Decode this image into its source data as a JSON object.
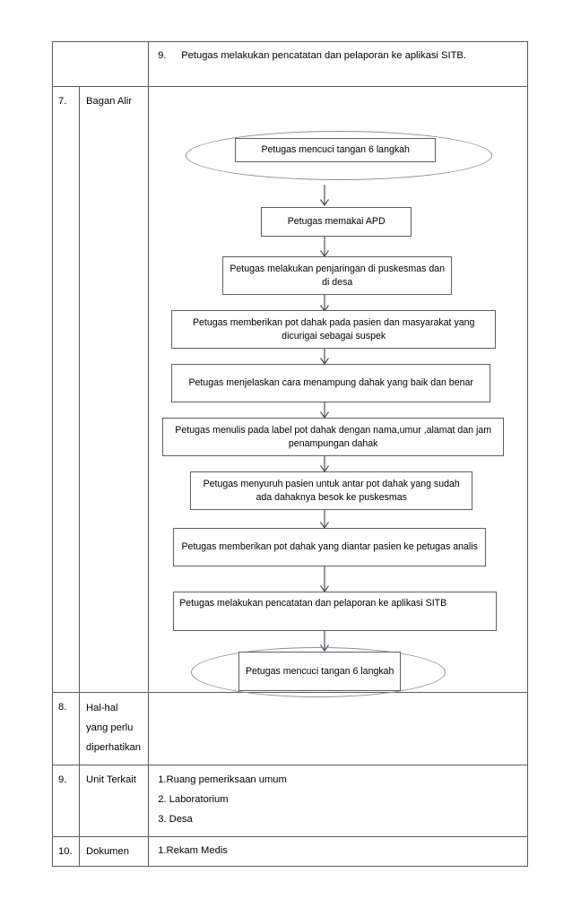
{
  "document": {
    "title": "SOP Penjaringan Suspek TB - Bagan Alir",
    "type": "sop-table"
  },
  "table": {
    "rows": [
      {
        "id": "row-langkah-9",
        "number": "",
        "name": "",
        "body_number": "9.",
        "body_text": "Petugas melakukan pencatatan dan pelaporan ke aplikasi SITB."
      },
      {
        "id": "row-bagan-alir",
        "number": "7.",
        "name": "Bagan Alir",
        "body_text": ""
      },
      {
        "id": "row-hal-hal",
        "number": "8.",
        "name_lines": [
          "Hal-hal",
          "yang perlu",
          "diperhatikan"
        ],
        "body_text": ""
      },
      {
        "id": "row-unit-terkait",
        "number": "9.",
        "name": "Unit Terkait",
        "body_lines": [
          "1.Ruang pemeriksaan umum",
          "2. Laboratorium",
          "3. Desa"
        ]
      },
      {
        "id": "row-dokumen",
        "number": "10.",
        "name": "Dokumen",
        "body_lines": [
          "1.Rekam Medis"
        ]
      }
    ]
  },
  "flowchart": {
    "type": "flowchart",
    "orientation": "top-to-bottom",
    "nodes": [
      {
        "id": "n1",
        "shape": "terminator",
        "text": "Petugas mencuci tangan 6 langkah"
      },
      {
        "id": "n2",
        "shape": "process",
        "text": "Petugas memakai APD"
      },
      {
        "id": "n3",
        "shape": "process",
        "text": "Petugas melakukan penjaringan di puskesmas dan di desa"
      },
      {
        "id": "n4",
        "shape": "process",
        "text": "Petugas memberikan pot dahak pada pasien dan masyarakat yang dicurigai sebagai suspek"
      },
      {
        "id": "n5",
        "shape": "process",
        "text": "Petugas menjelaskan cara menampung dahak yang baik dan benar"
      },
      {
        "id": "n6",
        "shape": "process",
        "text": "Petugas menulis pada label pot dahak dengan nama,umur ,alamat dan jam penampungan dahak"
      },
      {
        "id": "n7",
        "shape": "process",
        "text": "Petugas menyuruh pasien untuk antar pot dahak yang sudah ada dahaknya besok ke puskesmas"
      },
      {
        "id": "n8",
        "shape": "process",
        "text": "Petugas memberikan pot dahak yang diantar pasien ke petugas analis"
      },
      {
        "id": "n9",
        "shape": "process",
        "text": "Petugas melakukan pencatatan dan pelaporan ke aplikasi SITB"
      },
      {
        "id": "n10",
        "shape": "terminator",
        "text": "Petugas mencuci tangan 6 langkah"
      }
    ]
  },
  "colors": {
    "border": "#555b61",
    "box_border": "#5a6066",
    "ellipse_border": "#8a9097",
    "arrow": "#4a4f55",
    "text": "#000000",
    "background": "#ffffff"
  }
}
